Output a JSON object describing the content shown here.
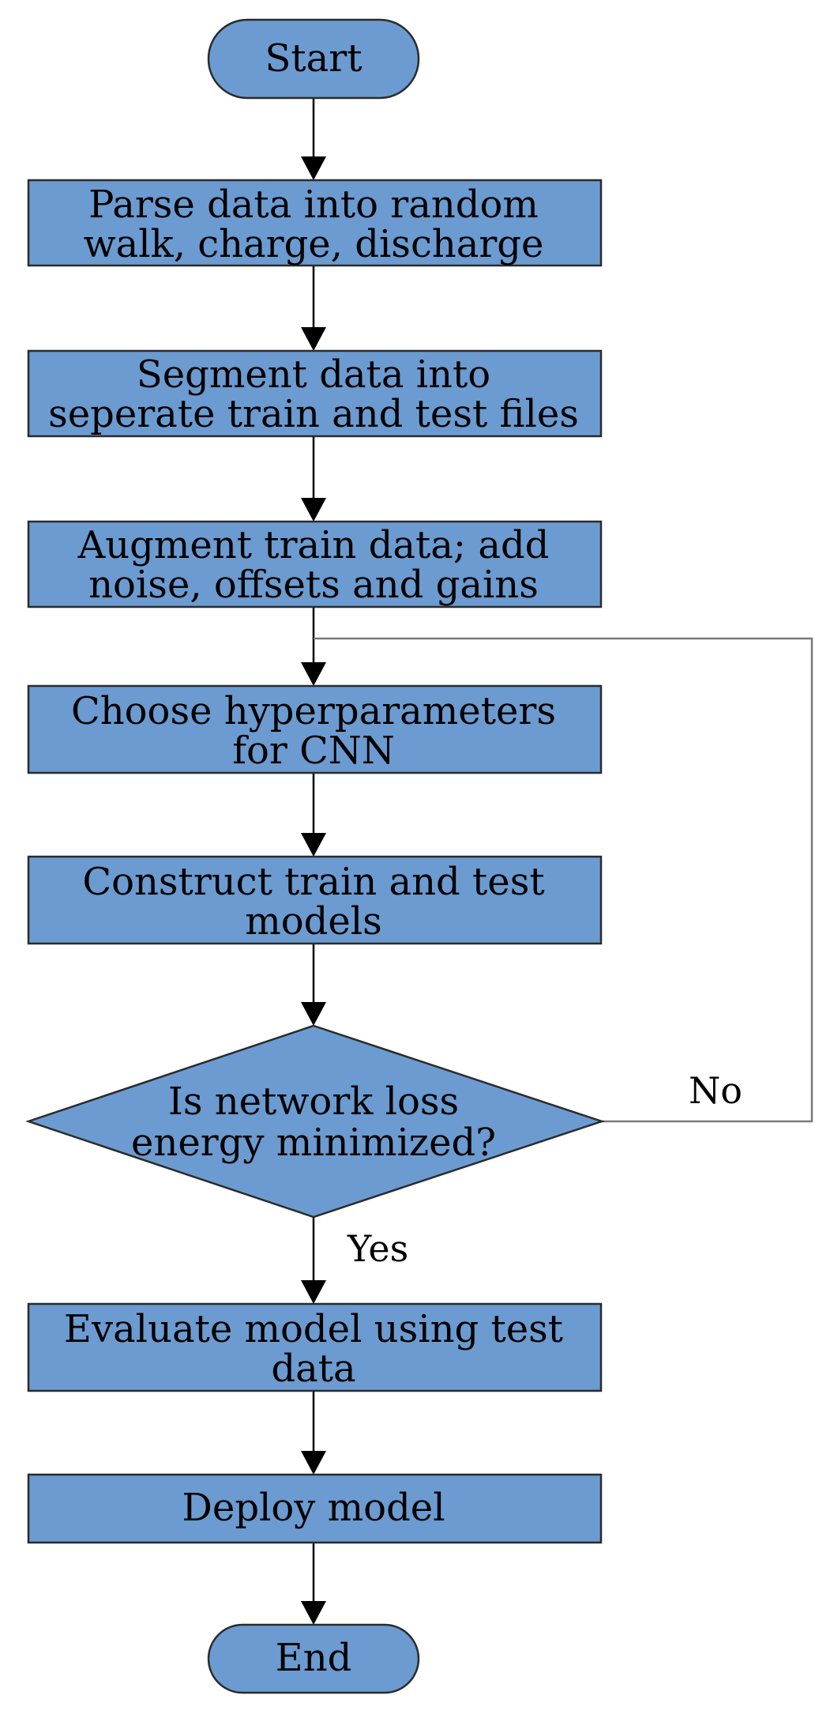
{
  "colors": {
    "node_fill": "#6b9bd0",
    "node_stroke": "#2b2b2b",
    "line": "#000000",
    "loop_line": "#7a7a7a",
    "background": "#ffffff"
  },
  "nodes": {
    "start": {
      "shape": "terminator",
      "lines": [
        "Start"
      ]
    },
    "parse": {
      "shape": "process",
      "lines": [
        "Parse data into random",
        "walk, charge, discharge"
      ]
    },
    "segment": {
      "shape": "process",
      "lines": [
        "Segment data into",
        "seperate train and test files"
      ]
    },
    "augment": {
      "shape": "process",
      "lines": [
        "Augment train data; add",
        "noise, offsets and gains"
      ]
    },
    "choose": {
      "shape": "process",
      "lines": [
        "Choose hyperparameters",
        "for CNN"
      ]
    },
    "construct": {
      "shape": "process",
      "lines": [
        "Construct train and test",
        "models"
      ]
    },
    "decision": {
      "shape": "decision",
      "lines": [
        "Is network loss",
        "energy minimized?"
      ]
    },
    "evaluate": {
      "shape": "process",
      "lines": [
        "Evaluate model using test",
        "data"
      ]
    },
    "deploy": {
      "shape": "process",
      "lines": [
        "Deploy model"
      ]
    },
    "end": {
      "shape": "terminator",
      "lines": [
        "End"
      ]
    }
  },
  "edges": {
    "no_label": "No",
    "yes_label": "Yes"
  }
}
